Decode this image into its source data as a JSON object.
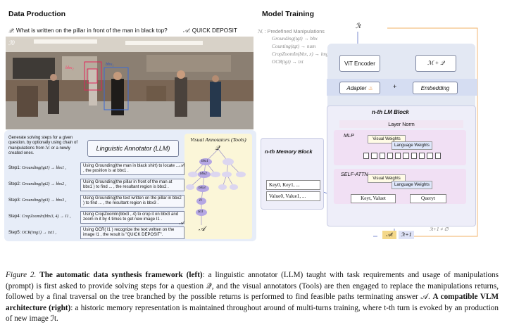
{
  "sections": {
    "data_production": "Data Production",
    "model_training": "Model Training"
  },
  "question": {
    "q_sym": "𝒬:",
    "q_text": "What is written on the pillar in front of the man in black top?",
    "a_sym": "𝒜:",
    "a_text": "QUICK DEPOSIT"
  },
  "image_labels": {
    "i0": "ℐ0",
    "i1": "ℐ1",
    "box": "bbx₂",
    "box2": "bbx₁"
  },
  "manipulations": {
    "header": "ℳ : Predefined Manipulations",
    "items": [
      "Grounding(tgt) → bbx",
      "Counting(tgt) → num",
      "CropZoomIn(bbx, x) → img",
      "OCR(tgt) → txt"
    ]
  },
  "annotator": {
    "instruction": "Generate solving steps for a given question, by optionally using chain of manipulations from ℳ or a newly created ones.",
    "llm_label": "Linguistic Annotator (LLM)",
    "a0": "𝒜0",
    "a1": "𝒜1",
    "steps": [
      {
        "label": "Step1:",
        "formula": "Grounding(tgt1) → bbx1 ,",
        "text": "Using Grounding(the man in black shirt) to locate ... , the position is at bbx1 ."
      },
      {
        "label": "Step2:",
        "formula": "Grounding(tgt2) → bbx2 ,",
        "text": "Using Grounding(the pillar in front of the man at bbx1 ) to find ... , the resultant region is bbx2 ."
      },
      {
        "label": "Step3:",
        "formula": "Grounding(tgt3) → bbx3 ,",
        "text": "Using Grounding(the text written on the pillar in bbx2 ) to find ... , the resultant region is bbx3 ."
      },
      {
        "label": "Step4:",
        "formula": "CropZoomIn(bbx3, 4) → I1 ,",
        "text": "Using CropZoomIn(bbx3 , 4) to crop it on bbx3 and zoom in it by 4 times to get new image I1 ."
      },
      {
        "label": "Step5:",
        "formula": "OCR(img1) → txt1 ,",
        "text": "Using OCR( I1 ) recognize the text written on the image I1 , the result is \"QUICK DEPOSIT\"."
      }
    ]
  },
  "visual_annotators": {
    "title": "Visual Annotators (Tools)",
    "root": "𝒬",
    "answer": "𝒜",
    "nodes": [
      "bbx1",
      "bbx2",
      "bbx3",
      "I1",
      "txt1"
    ]
  },
  "model": {
    "it_top": "ℐt",
    "vit": "ViT Encoder",
    "mq": "ℳ  +  𝒬",
    "adapter": "Adapter",
    "plus": "+",
    "embedding": "Embedding",
    "lm_block": "n-th LM Block",
    "layer_norm": "Layer Norm",
    "mlp": "MLP",
    "visual_weights": "Visual Weights",
    "language_weights": "Language Weights",
    "self_attn": "SELF-ATTN",
    "memory_block": "n-th Memory Block",
    "keys": "Key0, Key1, ...",
    "values": "Value0, Value1, ...",
    "kv_t": "Keyt, Valuet",
    "query_t": "Queryt",
    "at": "𝒜t",
    "it1": "ℐt+1",
    "cond": "ℐt+1 ≠ ∅"
  },
  "caption": {
    "prefix": "Figure 2.",
    "bold1": "The automatic data synthesis framework (left)",
    "text1": ": a linguistic annotator (LLM) taught with task requirements and usage of manipulations (prompt) is first asked to provide solving steps for a question 𝒬, and the visual annotators (Tools) are then engaged to replace the manipulations returns, followed by a final traversal on the tree branched by the possible returns is performed to find feasible paths terminating answer 𝒜.",
    "bold2": "A compatible VLM architecture (right)",
    "text2": ": a historic memory representation is maintained throughout around of multi-turns training, where t-th turn is evoked by an production of new image ℐt."
  },
  "colors": {
    "panel": "#e3e8f3",
    "lm": "#eeeef9",
    "mlp": "#f1e0f4",
    "annot": "#fbf6d8",
    "node": "#b5a7e4",
    "accent": "#2b3f9e"
  }
}
